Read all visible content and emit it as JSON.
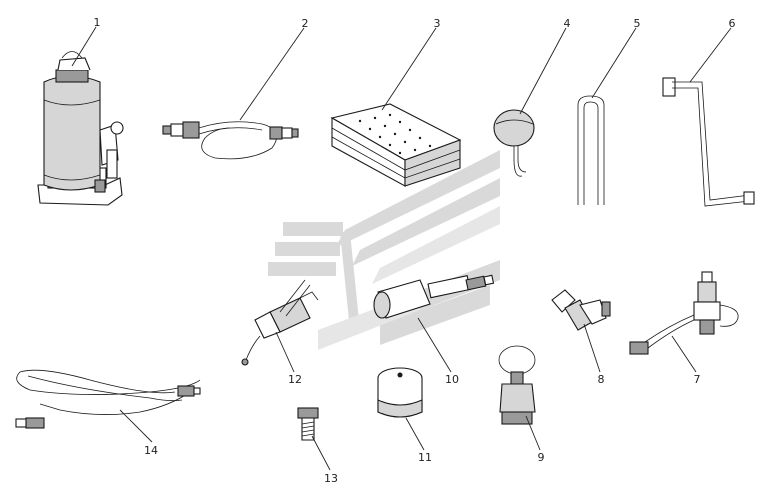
{
  "labels": {
    "item1": "1",
    "item2": "2",
    "item3": "3",
    "item4": "4",
    "item5": "5",
    "item6": "6",
    "item7": "7",
    "item8": "8",
    "item9": "9",
    "item10": "10",
    "item11": "11",
    "item12": "12",
    "item13": "13",
    "item14": "14"
  }
}
